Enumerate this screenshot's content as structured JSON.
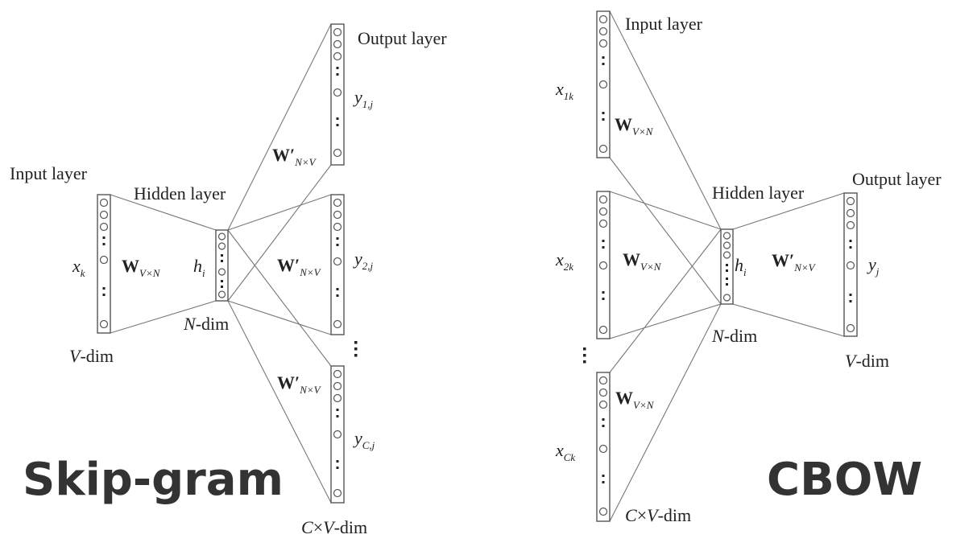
{
  "skipgram": {
    "title": "Skip-gram",
    "input_layer": "Input layer",
    "hidden_layer": "Hidden layer",
    "output_layer": "Output layer",
    "x_k": {
      "base": "x",
      "sub": "k"
    },
    "h_i": {
      "base": "h",
      "sub": "i"
    },
    "W_in": {
      "base": "W",
      "sub": "V×N"
    },
    "W_out": {
      "base": "W′",
      "sub": "N×V"
    },
    "y1": {
      "base": "y",
      "sub": "1,j"
    },
    "y2": {
      "base": "y",
      "sub": "2,j"
    },
    "yC": {
      "base": "y",
      "sub": "C,j"
    },
    "v_dim": {
      "var": "V",
      "rest": "-dim"
    },
    "n_dim": {
      "var": "N",
      "rest": "-dim"
    },
    "cv_dim": {
      "var1": "C",
      "times": "×",
      "var2": "V",
      "rest": "-dim"
    }
  },
  "cbow": {
    "title": "CBOW",
    "input_layer": "Input layer",
    "hidden_layer": "Hidden layer",
    "output_layer": "Output layer",
    "x1": {
      "base": "x",
      "sub": "1k"
    },
    "x2": {
      "base": "x",
      "sub": "2k"
    },
    "xC": {
      "base": "x",
      "sub": "Ck"
    },
    "h_i": {
      "base": "h",
      "sub": "i"
    },
    "W_in": {
      "base": "W",
      "sub": "V×N"
    },
    "W_out": {
      "base": "W′",
      "sub": "N×V"
    },
    "y_j": {
      "base": "y",
      "sub": "j"
    },
    "n_dim": {
      "var": "N",
      "rest": "-dim"
    },
    "v_dim": {
      "var": "V",
      "rest": "-dim"
    },
    "cv_dim": {
      "var1": "C",
      "times": "×",
      "var2": "V",
      "rest": "-dim"
    }
  }
}
